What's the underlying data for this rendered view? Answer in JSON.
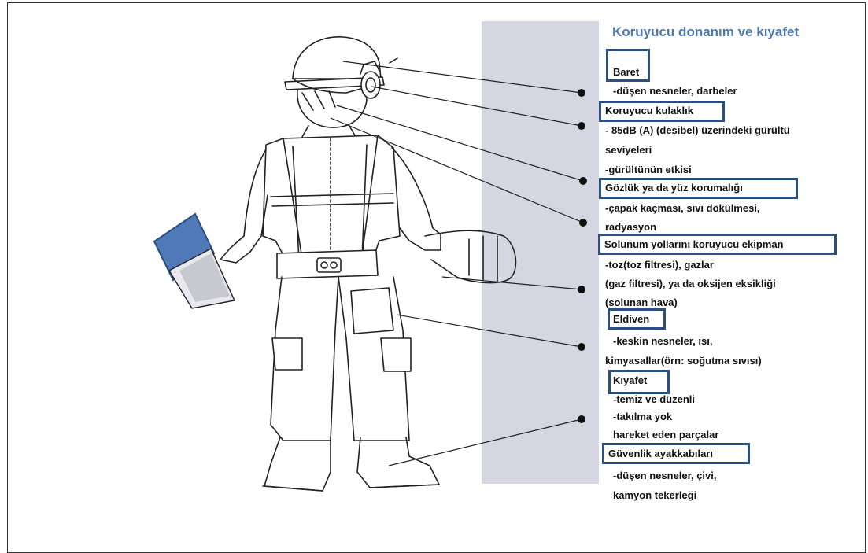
{
  "title": "Koruyucu donanım ve kıyafet",
  "items": [
    {
      "label": "Baret",
      "lines": [
        "-düşen nesneler, darbeler"
      ]
    },
    {
      "label": "Koruyucu kulaklık",
      "lines": [
        "- 85dB (A) (desibel) üzerindeki gürültü",
        "seviyeleri",
        "-gürültünün etkisi"
      ]
    },
    {
      "label": "Gözlük ya da yüz korumalığı",
      "lines": [
        "-çapak kaçması, sıvı dökülmesi,",
        "radyasyon"
      ]
    },
    {
      "label": "Solunum yollarını koruyucu ekipman",
      "lines": [
        "-toz(toz filtresi), gazlar",
        "(gaz filtresi), ya da oksijen eksikliği",
        "(solunan hava)"
      ]
    },
    {
      "label": "Eldiven",
      "lines": [
        "-keskin nesneler, ısı,",
        "kimyasallar(örn: soğutma sıvısı)"
      ]
    },
    {
      "label": "Kıyafet",
      "lines": [
        "-temiz ve düzenli",
        "-takılma yok",
        "hareket eden parçalar"
      ]
    },
    {
      "label": "Güvenlik ayakkabıları",
      "lines": [
        "-düşen nesneler, çivi,",
        "kamyon tekerleği"
      ]
    }
  ],
  "colors": {
    "title": "#4e79ae",
    "highlight_box": "#2c4f82",
    "band": "#d5d6e2",
    "tablet": "#4f79b7"
  }
}
